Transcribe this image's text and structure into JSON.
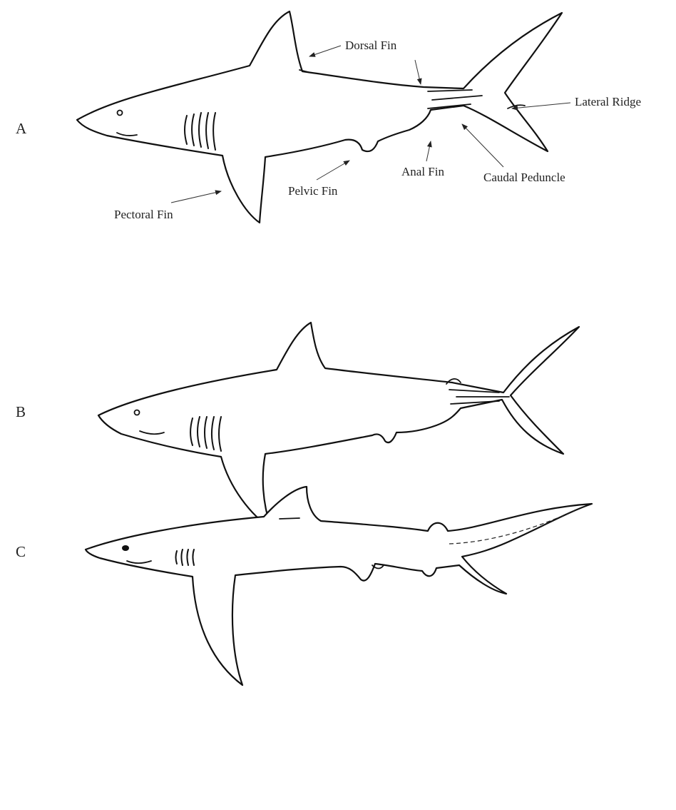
{
  "figure": {
    "rows": [
      {
        "letter": "A"
      },
      {
        "letter": "B"
      },
      {
        "letter": "C"
      }
    ],
    "callouts": {
      "dorsal_fin": "Dorsal Fin",
      "lateral_ridge": "Lateral Ridge",
      "anal_fin": "Anal Fin",
      "caudal_peduncle": "Caudal Peduncle",
      "pelvic_fin": "Pelvic Fin",
      "pectoral_fin": "Pectoral Fin"
    },
    "colors": {
      "ink": "#111111",
      "background": "#ffffff"
    }
  }
}
